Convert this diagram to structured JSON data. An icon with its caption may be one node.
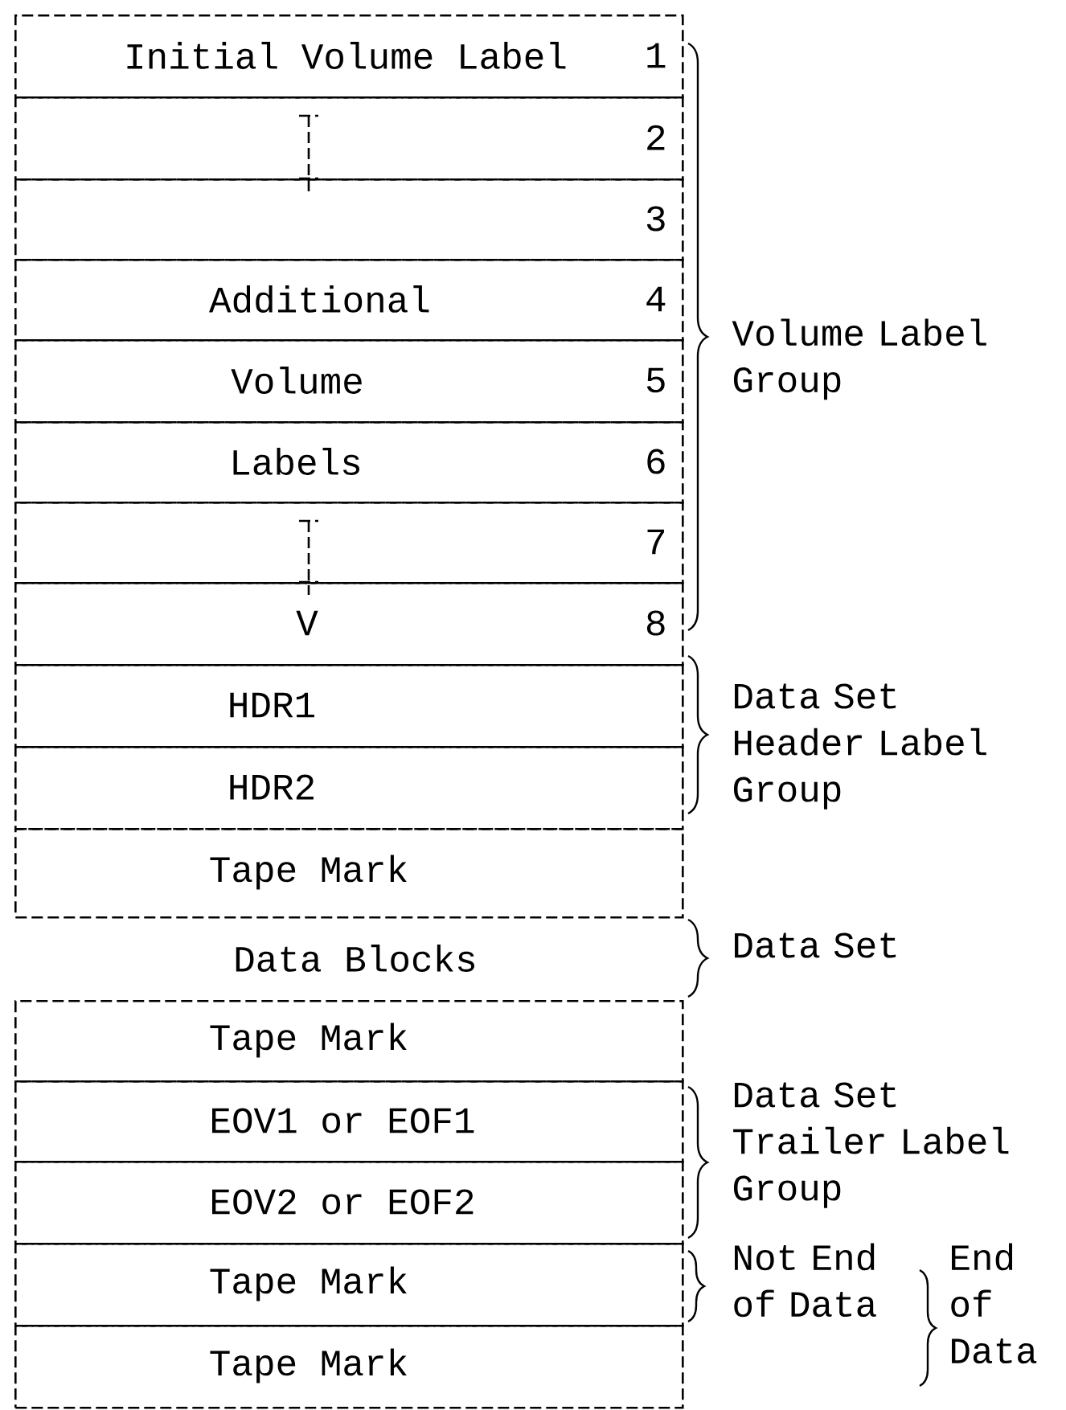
{
  "diagram": {
    "nodes": [
      {
        "text": [
          "Initial Volume Label",
          "1"
        ]
      },
      {
        "text": [
          "2"
        ]
      },
      {
        "text": [
          "3"
        ]
      },
      {
        "text": [
          "Additional",
          "4"
        ]
      },
      {
        "text": [
          "Volume",
          "5"
        ]
      },
      {
        "text": [
          "Labels",
          "6"
        ]
      },
      {
        "text": [
          "7"
        ]
      },
      {
        "text": [
          "V",
          "8"
        ]
      },
      {
        "text": [
          "HDR1"
        ]
      },
      {
        "text": [
          "HDR2"
        ]
      },
      {
        "text": [
          "Tape Mark"
        ]
      },
      {
        "text": [
          "Data Blocks"
        ]
      },
      {
        "text": [
          "Tape Mark"
        ]
      },
      {
        "text": [
          "EOV1 or EOF1"
        ]
      },
      {
        "text": [
          "EOV2 or EOF2"
        ]
      },
      {
        "text": [
          "Tape Mark"
        ]
      },
      {
        "text": [
          "Tape Mark"
        ]
      }
    ],
    "edges": [
      {
        "from": 1,
        "to": 2,
        "arrow": "none",
        "style": "dashed"
      },
      {
        "from": 6,
        "to": 7,
        "arrow": "none",
        "style": "dashed"
      }
    ],
    "labels": [
      "Volume Label Group",
      "Data Set Header Label Group",
      "Data Set",
      "Data Set Trailer Label Group",
      "Not End of Data",
      "End of Data"
    ]
  }
}
